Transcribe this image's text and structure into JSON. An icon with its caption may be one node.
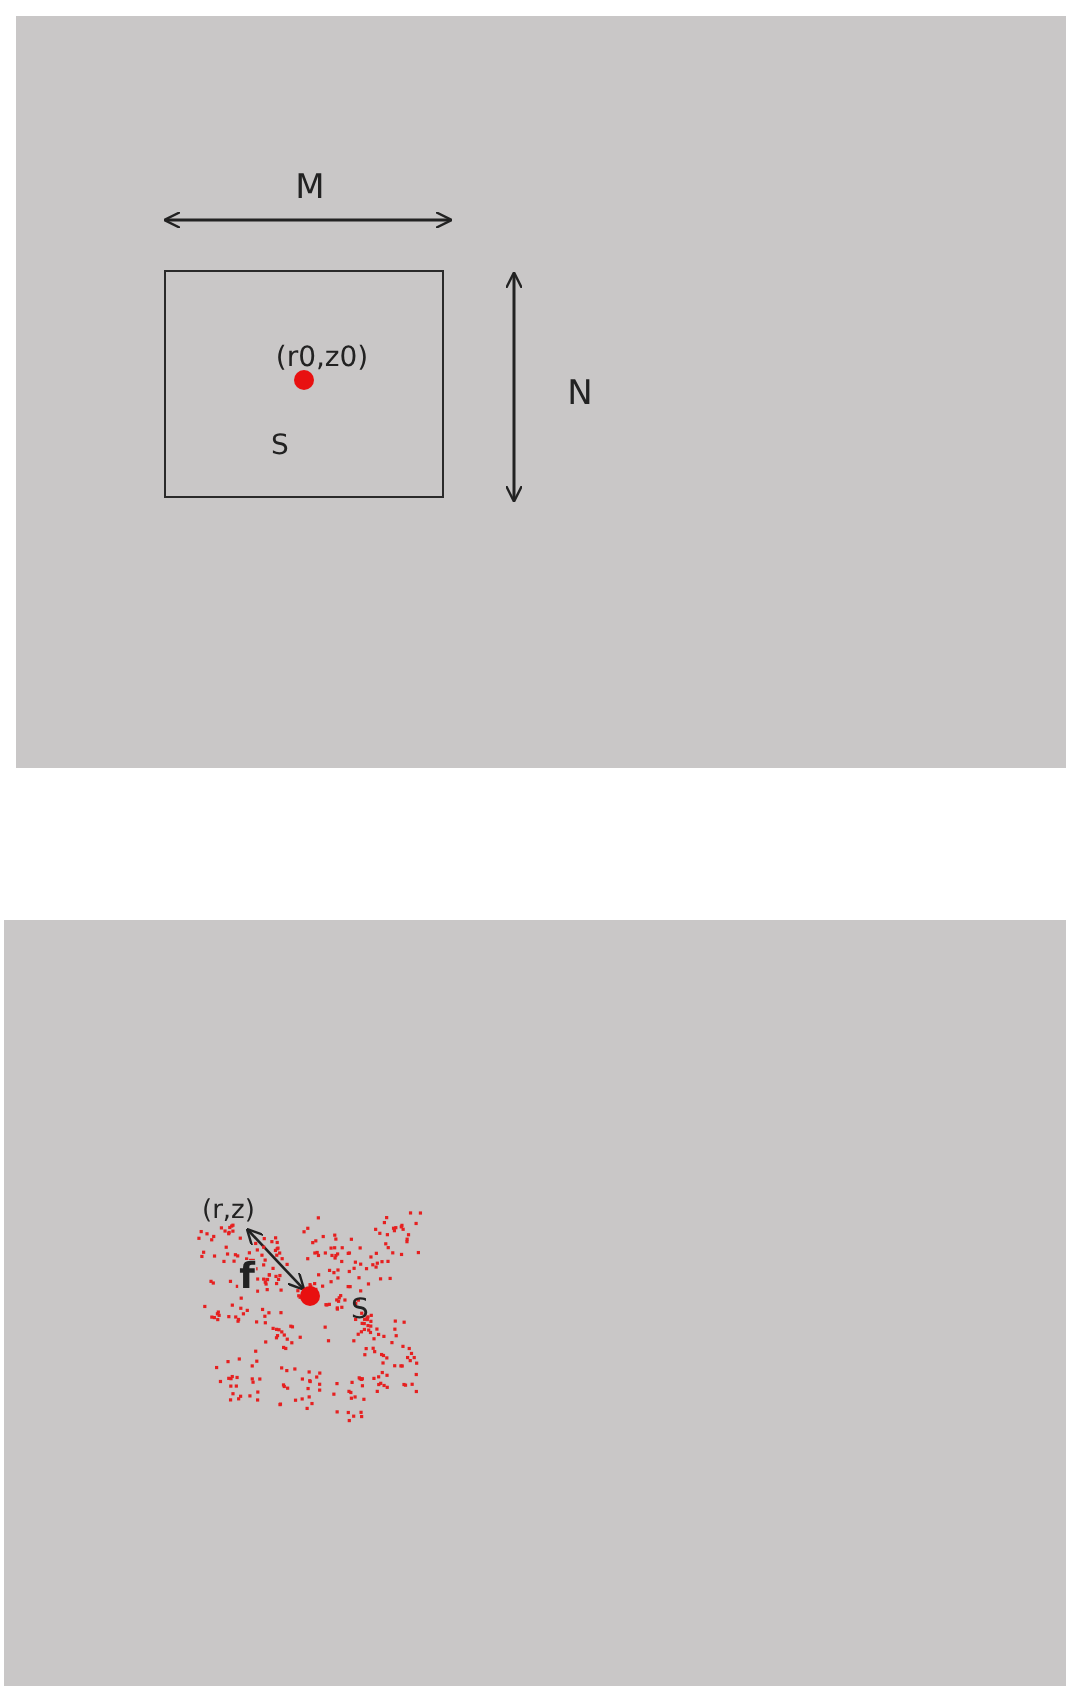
{
  "diagram": {
    "nodes": [
      {
        "text": [
          "S"
        ]
      },
      {
        "text": [],
        "shape": "circle",
        "in": 0,
        "beside": [
          "(r0,z0)"
        ]
      },
      {
        "text": [],
        "shape": "picture"
      },
      {
        "text": [
          "(r,z)"
        ]
      },
      {
        "text": [],
        "shape": "circle",
        "in": 2,
        "beside": [
          "S"
        ]
      }
    ],
    "edges": [
      {
        "from": 4,
        "to": 3,
        "arrow": "both",
        "label": "f"
      }
    ],
    "labels": [
      "M",
      "N"
    ]
  }
}
